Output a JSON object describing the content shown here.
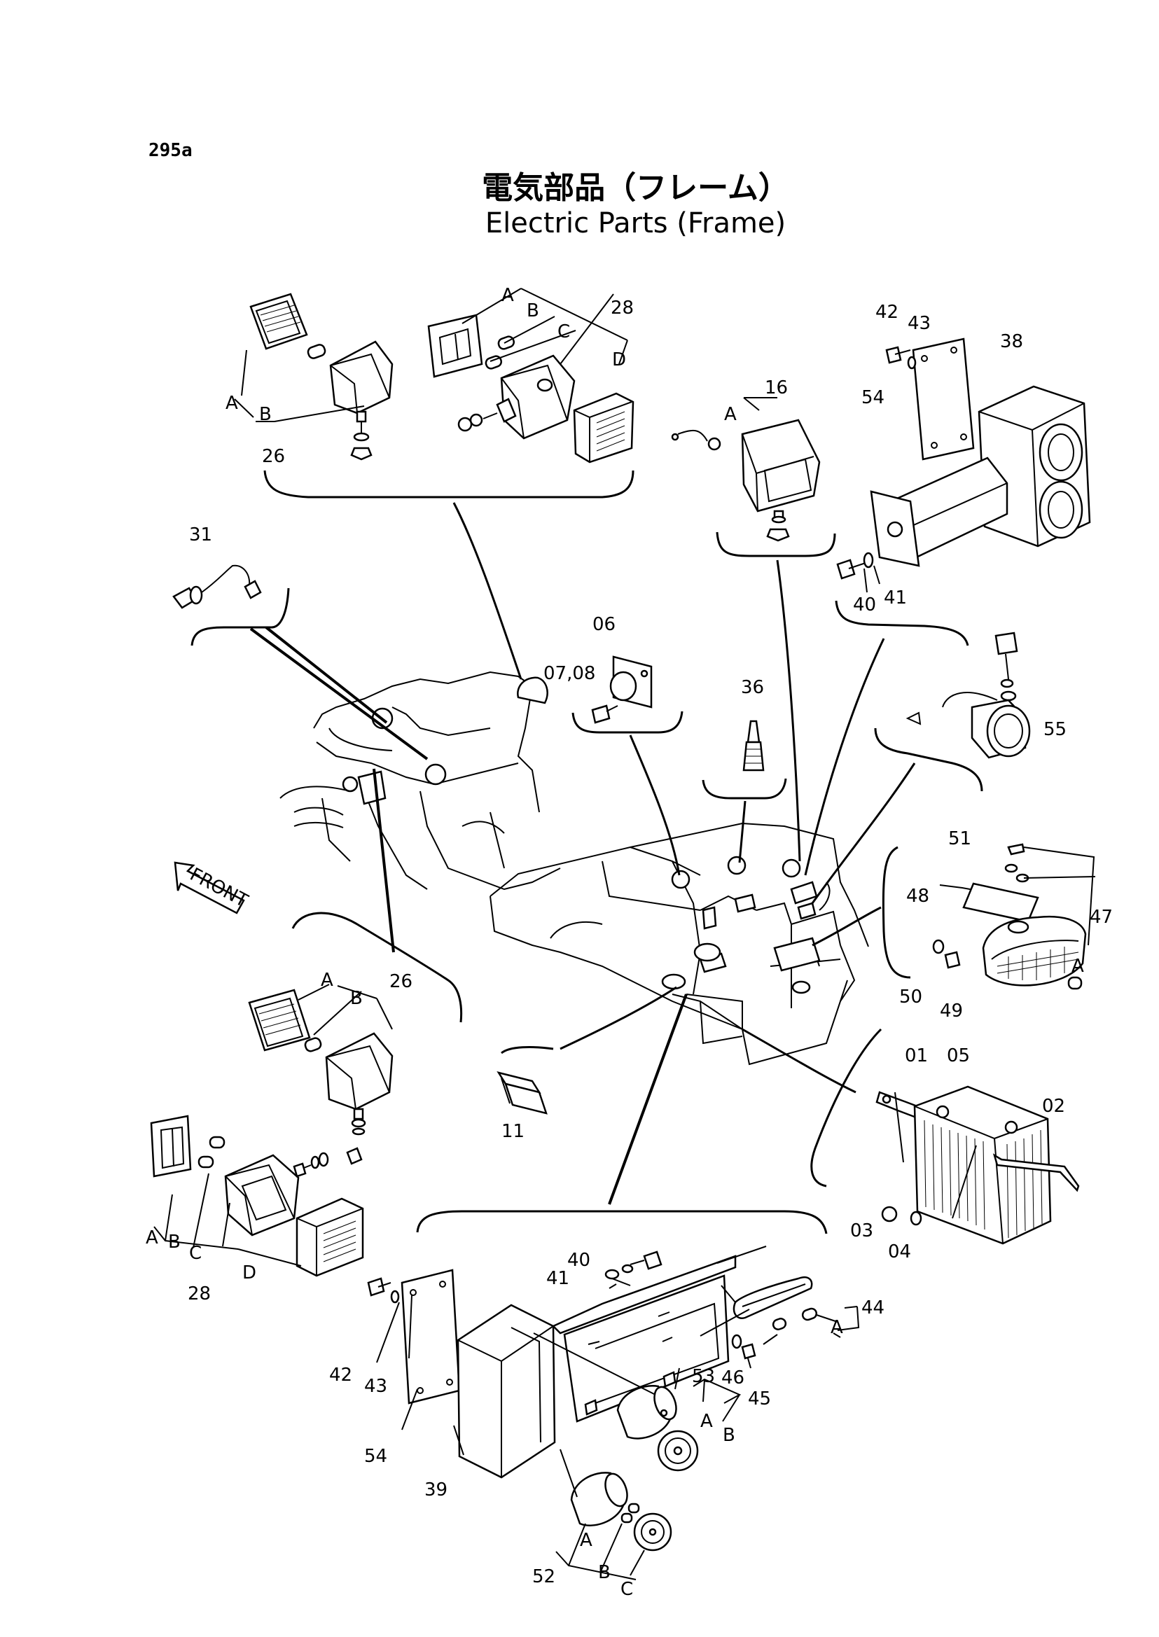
{
  "page": {
    "number": "295a"
  },
  "title": {
    "ja": "電気部品（フレーム）",
    "en": "Electric Parts (Frame)"
  },
  "callouts": {
    "c26a": "26",
    "c28a": "28",
    "c16": "16",
    "c42a": "42",
    "c43a": "43",
    "c38": "38",
    "c54a": "54",
    "c40a": "40",
    "c41a": "41",
    "c31": "31",
    "c06": "06",
    "c0708": "07,08",
    "c36": "36",
    "c55": "55",
    "c51": "51",
    "c48": "48",
    "c47": "47",
    "c50": "50",
    "c49": "49",
    "c26b": "26",
    "c11": "11",
    "c01": "01",
    "c05": "05",
    "c02": "02",
    "c03": "03",
    "c04": "04",
    "c28b": "28",
    "c40b": "40",
    "c41b": "41",
    "c44": "44",
    "c42b": "42",
    "c43b": "43",
    "c46": "46",
    "c45": "45",
    "c53": "53",
    "c54b": "54",
    "c39": "39",
    "c52": "52"
  },
  "letters": {
    "a": "A",
    "b": "B",
    "c": "C",
    "d": "D"
  },
  "front_arrow_label": "FRONT"
}
